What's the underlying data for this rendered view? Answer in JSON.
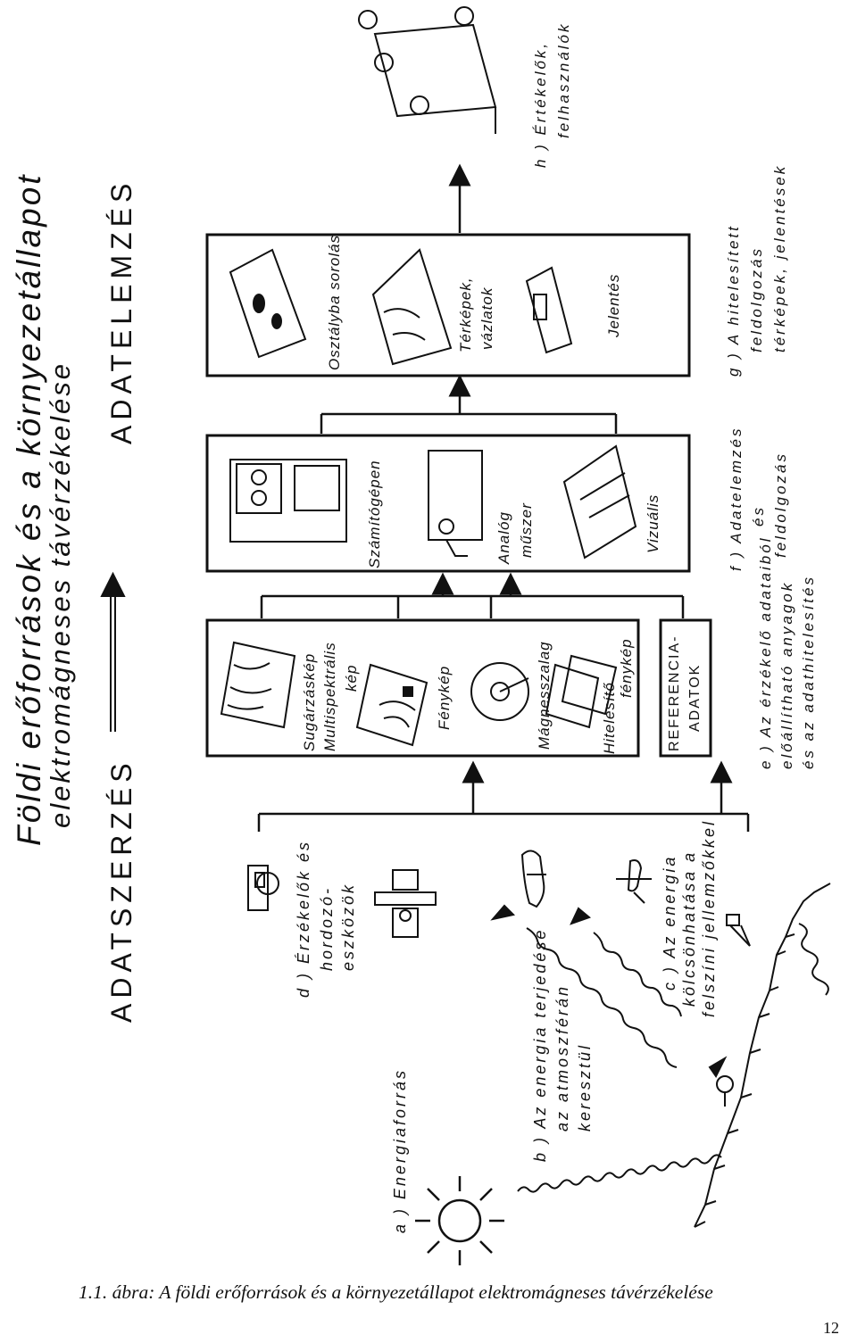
{
  "figure": {
    "headings": {
      "title_line1": "Földi erőforrások és a környezetállapot",
      "title_line2": "elektromágneses távérzékelése",
      "acquisition": "ADATSZERZÉS",
      "analysis": "ADATELEMZÉS"
    },
    "stages": {
      "a": "a ) Energiaforrás",
      "b1": "b ) Az energia terjedése",
      "b2": "az atmoszférán",
      "b3": "keresztül",
      "c1": "c ) Az energia",
      "c2": "kölcsönhatása a",
      "c3": "felszíni jellemzőkkel",
      "d1": "d ) Érzékelők és",
      "d2": "hordozó-",
      "d3": "eszközök",
      "e1": "e ) Az érzékelő adataiból",
      "e2": "előállítható anyagok",
      "e3": "és az adathitelesítés",
      "f1": "f ) Adatelemzés",
      "f2": "és",
      "f3": "feldolgozás",
      "g1": "g ) A hitelesített",
      "g2": "feldolgozás",
      "g3": "térképek, jelentések",
      "h1": "h ) Értékelők,",
      "h2": "felhasználók"
    },
    "products_box": {
      "item1_line1": "Sugárzáskép",
      "item1_line2": "Multispektrális",
      "item1_line3": "kép",
      "item2": "Fénykép",
      "item3": "Mágnesszalag",
      "item4_line1": "Hitelesítő",
      "item4_line2": "fénykép"
    },
    "reference_box": {
      "line1": "REFERENCIA-",
      "line2": "ADATOK"
    },
    "analysis_box": {
      "item1": "Számítógépen",
      "item2_line1": "Analóg",
      "item2_line2": "műszer",
      "item3": "Vizuális"
    },
    "output_box": {
      "item1": "Osztályba sorolás",
      "item2_line1": "Térképek,",
      "item2_line2": "vázlatok",
      "item3": "Jelentés"
    }
  },
  "caption": "1.1. ábra: A földi erőforrások és a környezetállapot elektromágneses távérzékelése",
  "page_number": "12"
}
